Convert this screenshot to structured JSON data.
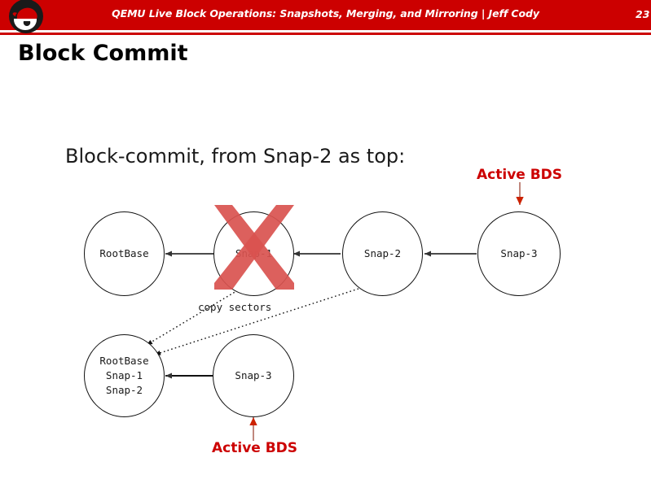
{
  "header": {
    "title": "QEMU Live Block Operations: Snapshots, Merging, and Mirroring | Jeff Cody",
    "page_number": "23",
    "bar_color": "#CC0000",
    "logo_name": "red-hat-shadowman-logo"
  },
  "slide": {
    "title": "Block Commit",
    "subtitle": "Block-commit, from Snap-2 as top:"
  },
  "diagram": {
    "top_chain": [
      {
        "id": "rootbase",
        "lines": [
          "RootBase"
        ]
      },
      {
        "id": "snap1",
        "lines": [
          "Snap-1"
        ],
        "marked_deleted": true
      },
      {
        "id": "snap2",
        "lines": [
          "Snap-2"
        ]
      },
      {
        "id": "snap3",
        "lines": [
          "Snap-3"
        ]
      }
    ],
    "bottom_chain": [
      {
        "id": "merged-base",
        "lines": [
          "RootBase",
          "Snap-1",
          "Snap-2"
        ]
      },
      {
        "id": "snap3-bottom",
        "lines": [
          "Snap-3"
        ]
      }
    ],
    "copy_label": "copy sectors",
    "active_bds_top": "Active BDS",
    "active_bds_bottom": "Active BDS",
    "x_mark_color": "#d9534f",
    "arrow_color": "#333333",
    "accent_color": "#CC0000"
  }
}
